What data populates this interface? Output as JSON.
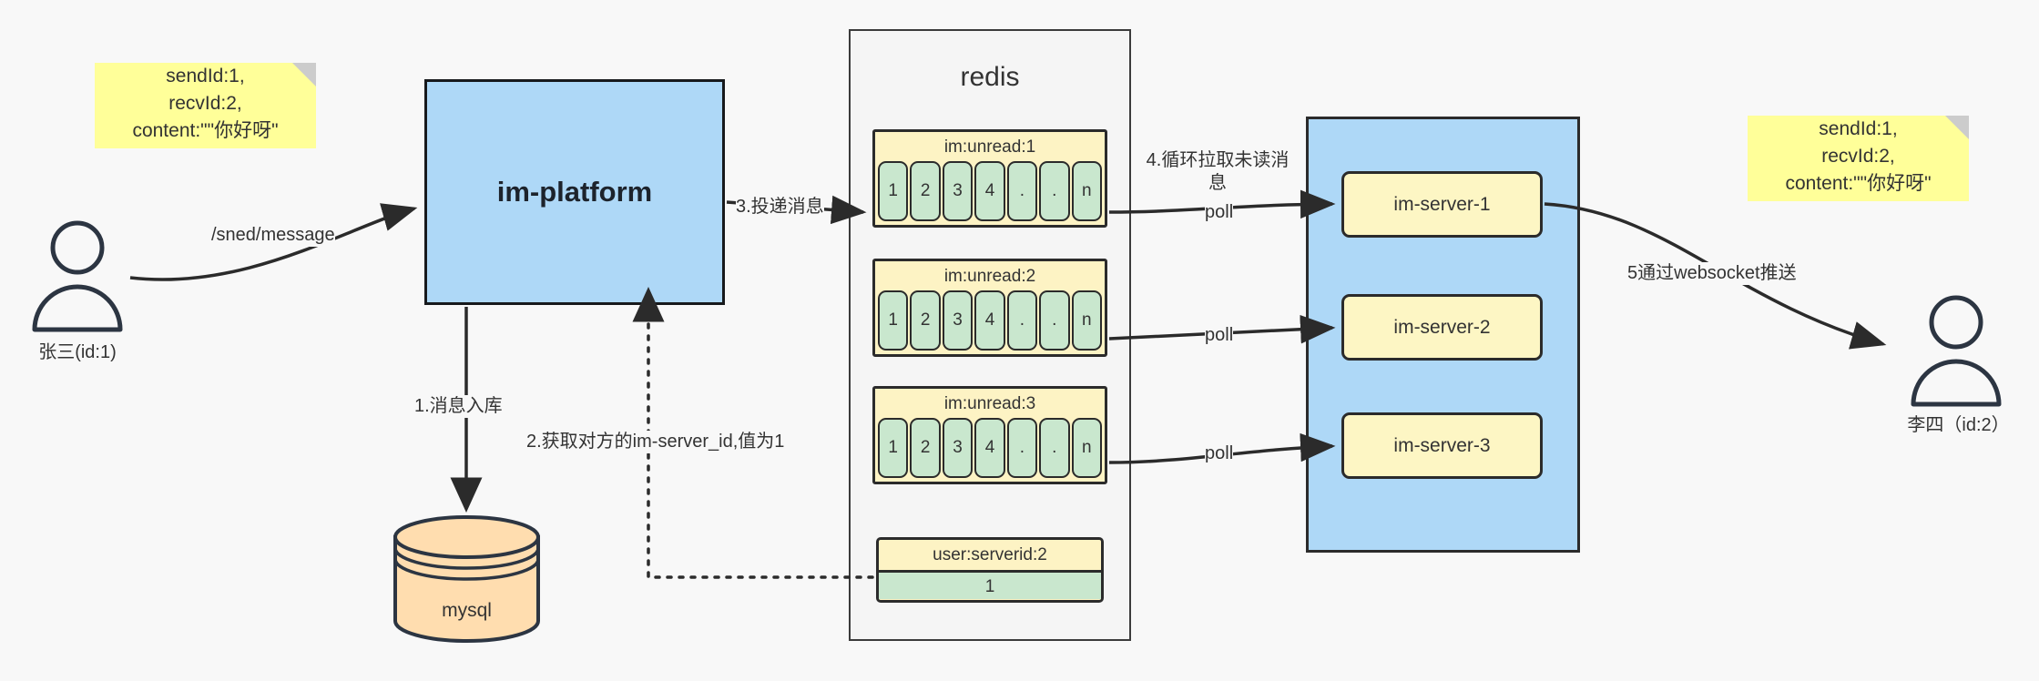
{
  "diagram": {
    "title": "IM message delivery architecture",
    "background": "#f8f8f8"
  },
  "notes": {
    "left": {
      "text": "sendId:1,\nrecvId:2,\ncontent:\"\"你好呀\"",
      "color": "#ffff99"
    },
    "right": {
      "text": "sendId:1,\nrecvId:2,\ncontent:\"\"你好呀\"",
      "color": "#ffff99"
    }
  },
  "actors": {
    "sender": {
      "label": "张三(id:1)"
    },
    "receiver": {
      "label": "李四（id:2）"
    }
  },
  "platform": {
    "label": "im-platform",
    "color": "#aed8f7"
  },
  "database": {
    "label": "mysql",
    "color": "#ffddaf"
  },
  "redis": {
    "title": "redis",
    "color": "#f5f5f5",
    "keys": [
      {
        "name": "im:unread:1",
        "cells": [
          "1",
          "2",
          "3",
          "4",
          ".",
          ".",
          "n"
        ]
      },
      {
        "name": "im:unread:2",
        "cells": [
          "1",
          "2",
          "3",
          "4",
          ".",
          ".",
          "n"
        ]
      },
      {
        "name": "im:unread:3",
        "cells": [
          "1",
          "2",
          "3",
          "4",
          ".",
          ".",
          "n"
        ]
      }
    ],
    "kv": {
      "name": "user:serverid:2",
      "value": "1"
    }
  },
  "servers": {
    "color": "#aed8f7",
    "nodes": [
      {
        "label": "im-server-1"
      },
      {
        "label": "im-server-2"
      },
      {
        "label": "im-server-3"
      }
    ]
  },
  "edges": {
    "send_message": "/sned/message",
    "step1": "1.消息入库",
    "step2": "2.获取对方的im-server_id,值为1",
    "step3": "3.投递消息",
    "step4": "4.循环拉取未读消\n息",
    "step5": "5通过websocket推送",
    "poll1": "poll",
    "poll2": "poll",
    "poll3": "poll"
  }
}
